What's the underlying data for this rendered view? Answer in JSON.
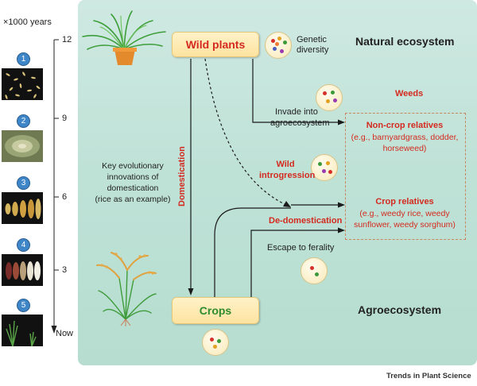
{
  "timeline": {
    "unit": "×1000 years",
    "ticks": [
      "12",
      "9",
      "6",
      "3",
      "Now"
    ]
  },
  "innovations": {
    "caption_lines": [
      "Key evolutionary",
      "innovations of",
      "domestication",
      "(rice as an example)"
    ],
    "steps": [
      "1",
      "2",
      "3",
      "4",
      "5"
    ]
  },
  "nodes": {
    "wild_plants": "Wild plants",
    "crops": "Crops"
  },
  "labels": {
    "genetic_diversity_lines": [
      "Genetic",
      "diversity"
    ],
    "natural_ecosystem": "Natural ecosystem",
    "agroecosystem": "Agroecosystem",
    "weeds": "Weeds",
    "invade_lines": [
      "Invade into",
      "agroecosystem"
    ],
    "non_crop_title": "Non-crop relatives",
    "non_crop_examples": [
      "(e.g., barnyardgrass, dodder,",
      "horseweed)"
    ],
    "wild_introgression_lines": [
      "Wild",
      "introgression"
    ],
    "crop_relatives_title": "Crop relatives",
    "crop_relatives_examples": [
      "(e.g., weedy rice, weedy",
      "sunflower, weedy sorghum)"
    ],
    "domestication": "Domestication",
    "de_domestication": "De-domestication",
    "escape": "Escape to ferality"
  },
  "footer": {
    "journal": "Trends in Plant Science"
  },
  "colors": {
    "panel": "#c4e4da",
    "highlight_text": "#d42a1f",
    "node_text_wild": "#d42a1f",
    "node_text_crops": "#2e8b2e",
    "step_badge": "#3f86c8"
  }
}
